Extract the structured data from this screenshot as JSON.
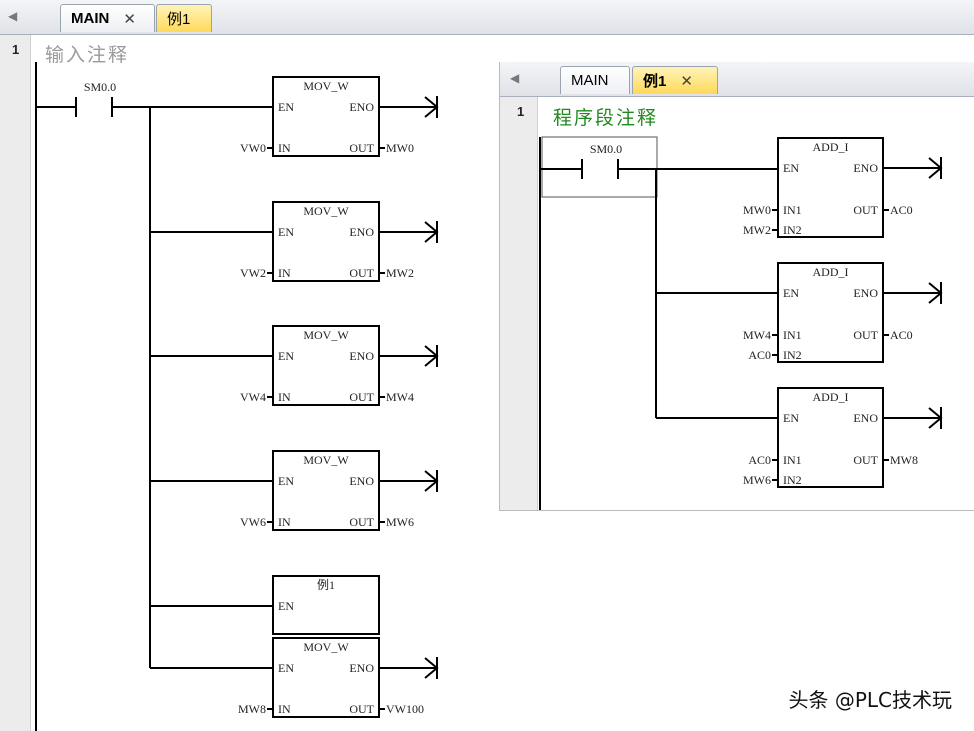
{
  "left": {
    "tabs": [
      {
        "label": "MAIN",
        "close": "✕"
      },
      {
        "label": "例1"
      }
    ],
    "network_number": "1",
    "comment": "输入注释",
    "contact": "SM0.0",
    "blocks": [
      {
        "name": "MOV_W",
        "pins_left": [
          "EN",
          "IN"
        ],
        "pins_right": [
          "ENO",
          "OUT"
        ],
        "in": [
          "VW0"
        ],
        "out": "MW0"
      },
      {
        "name": "MOV_W",
        "pins_left": [
          "EN",
          "IN"
        ],
        "pins_right": [
          "ENO",
          "OUT"
        ],
        "in": [
          "VW2"
        ],
        "out": "MW2"
      },
      {
        "name": "MOV_W",
        "pins_left": [
          "EN",
          "IN"
        ],
        "pins_right": [
          "ENO",
          "OUT"
        ],
        "in": [
          "VW4"
        ],
        "out": "MW4"
      },
      {
        "name": "MOV_W",
        "pins_left": [
          "EN",
          "IN"
        ],
        "pins_right": [
          "ENO",
          "OUT"
        ],
        "in": [
          "VW6"
        ],
        "out": "MW6"
      },
      {
        "name": "例1",
        "pins_left": [
          "EN"
        ],
        "pins_right": [],
        "in": [],
        "out": ""
      },
      {
        "name": "MOV_W",
        "pins_left": [
          "EN",
          "IN"
        ],
        "pins_right": [
          "ENO",
          "OUT"
        ],
        "in": [
          "MW8"
        ],
        "out": "VW100"
      }
    ]
  },
  "right": {
    "tabs": [
      {
        "label": "MAIN"
      },
      {
        "label": "例1",
        "close": "✕"
      }
    ],
    "network_number": "1",
    "comment": "程序段注释",
    "contact": "SM0.0",
    "blocks": [
      {
        "name": "ADD_I",
        "pins_left": [
          "EN",
          "IN1",
          "IN2"
        ],
        "pins_right": [
          "ENO",
          "OUT"
        ],
        "in": [
          "MW0",
          "MW2"
        ],
        "out": "AC0"
      },
      {
        "name": "ADD_I",
        "pins_left": [
          "EN",
          "IN1",
          "IN2"
        ],
        "pins_right": [
          "ENO",
          "OUT"
        ],
        "in": [
          "MW4",
          "AC0"
        ],
        "out": "AC0"
      },
      {
        "name": "ADD_I",
        "pins_left": [
          "EN",
          "IN1",
          "IN2"
        ],
        "pins_right": [
          "ENO",
          "OUT"
        ],
        "in": [
          "AC0",
          "MW6"
        ],
        "out": "MW8"
      }
    ]
  },
  "watermark": "头条 @PLC技术玩",
  "colors": {
    "comment_left": "#9a9a9a",
    "comment_right": "#1f8a1f",
    "tab_active": "#ffd95a",
    "wire": "#000000"
  }
}
